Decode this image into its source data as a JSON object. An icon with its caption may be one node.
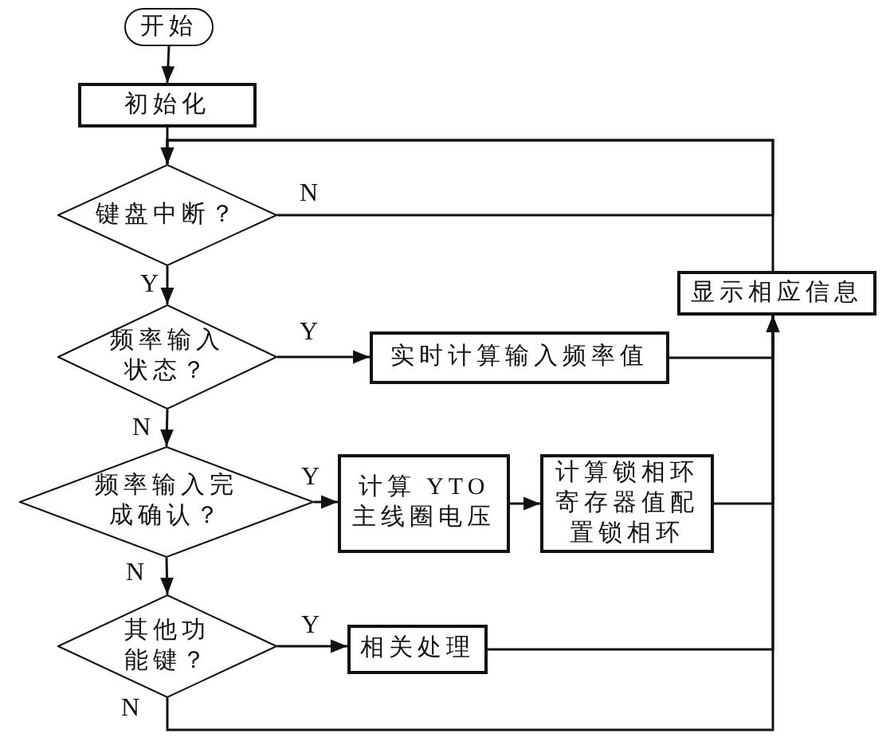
{
  "diagram": {
    "nodes": [
      {
        "text": [
          "开始"
        ]
      },
      {
        "text": [
          "初始化"
        ]
      },
      {
        "text": [
          "键盘中断？"
        ]
      },
      {
        "text": [
          "显示相应信息"
        ]
      },
      {
        "text": [
          "频率输入状态？"
        ]
      },
      {
        "text": [
          "实时计算输入频率值"
        ]
      },
      {
        "text": [
          "频率输入完成确认？"
        ]
      },
      {
        "text": [
          "计算 YTO主线圈电压"
        ]
      },
      {
        "text": [
          "计算锁相环寄存器值配置锁相环"
        ]
      },
      {
        "text": [
          "其他功能键？"
        ]
      },
      {
        "text": [
          "相关处理"
        ]
      }
    ],
    "edges": [
      {
        "from": 0,
        "to": 1,
        "arrow": "to"
      },
      {
        "from": 1,
        "to": 2,
        "arrow": "to"
      },
      {
        "from": 2,
        "to": 2,
        "arrow": "to",
        "label": "N"
      },
      {
        "from": 2,
        "to": 4,
        "arrow": "to",
        "label": "Y"
      },
      {
        "from": 4,
        "to": 5,
        "arrow": "to",
        "label": "Y"
      },
      {
        "from": 5,
        "to": 3,
        "arrow": "to"
      },
      {
        "from": 4,
        "to": 6,
        "arrow": "to",
        "label": "N"
      },
      {
        "from": 6,
        "to": 7,
        "arrow": "to",
        "label": "Y"
      },
      {
        "from": 7,
        "to": 8,
        "arrow": "to"
      },
      {
        "from": 8,
        "to": 3,
        "arrow": "to"
      },
      {
        "from": 6,
        "to": 9,
        "arrow": "to",
        "label": "N"
      },
      {
        "from": 9,
        "to": 10,
        "arrow": "to",
        "label": "Y"
      },
      {
        "from": 10,
        "to": 3,
        "arrow": "to"
      },
      {
        "from": 9,
        "to": 3,
        "arrow": "to",
        "label": "N"
      },
      {
        "from": 3,
        "to": 2,
        "arrow": "to"
      }
    ]
  }
}
